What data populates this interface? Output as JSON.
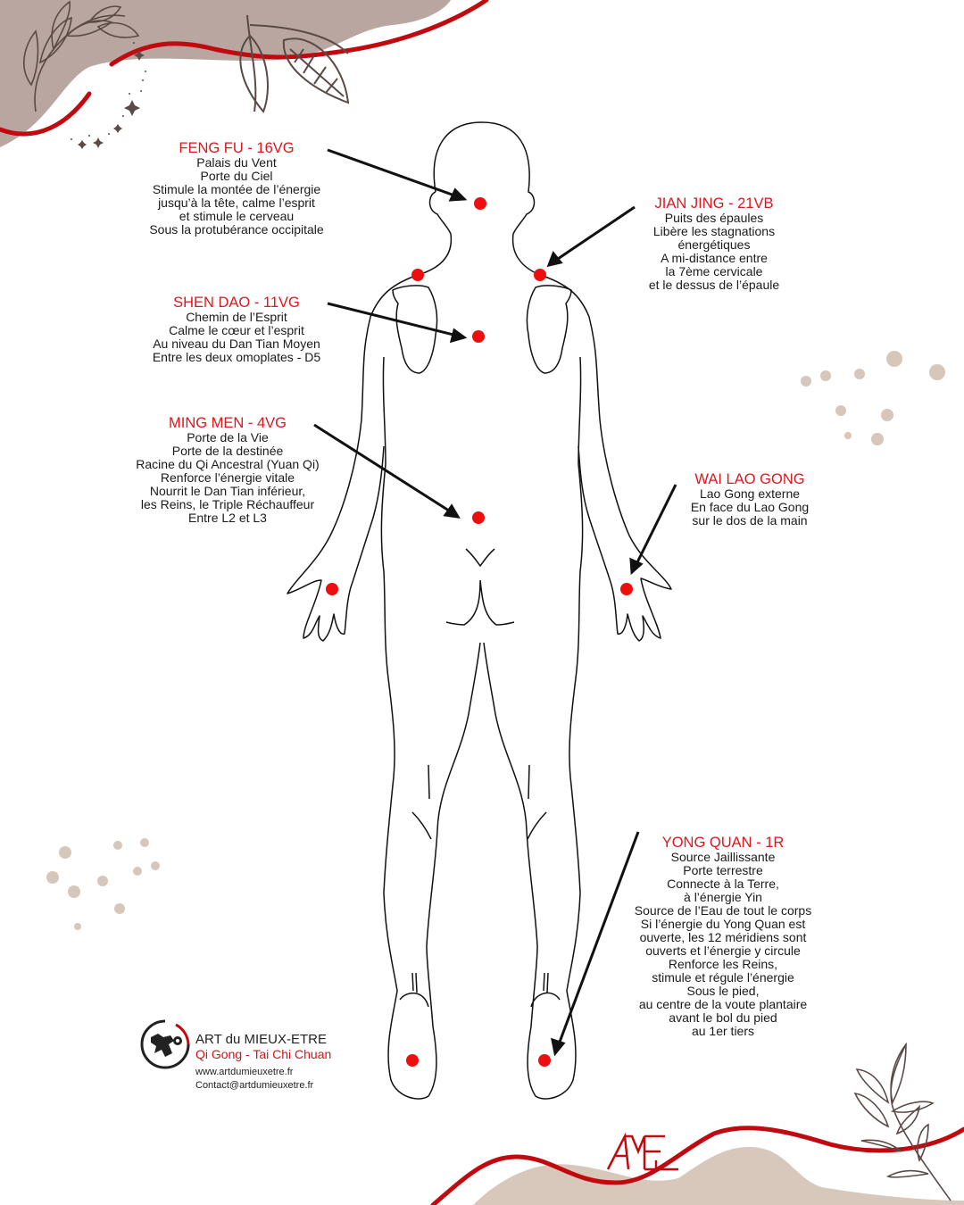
{
  "colors": {
    "accent_red": "#c00a0f",
    "point_red": "#ee0e0e",
    "title_red": "#e0161d",
    "mauve_shape": "#b9a6a1",
    "beige_shape": "#d8c8bb",
    "dots": "#d7c7bb",
    "leaf_stroke": "#5a4a47"
  },
  "points": [
    {
      "id": "feng-fu",
      "title": "FENG FU - 16VG",
      "lines": [
        "Palais du Vent",
        "Porte du Ciel",
        "Stimule la montée de l’énergie",
        "jusqu’à la tête, calme l’esprit",
        "et stimule le cerveau",
        "Sous la protubérance occipitale"
      ]
    },
    {
      "id": "jian-jing",
      "title": "JIAN JING - 21VB",
      "lines": [
        "Puits des épaules",
        "Libère les stagnations",
        "énergétiques",
        "A mi-distance entre",
        "la 7ème cervicale",
        "et le dessus de l’épaule"
      ]
    },
    {
      "id": "shen-dao",
      "title": "SHEN DAO - 11VG",
      "lines": [
        "Chemin de l’Esprit",
        "Calme le cœur et l’esprit",
        "Au niveau du Dan Tian Moyen",
        "Entre les deux omoplates - D5"
      ]
    },
    {
      "id": "ming-men",
      "title": "MING MEN - 4VG",
      "lines": [
        "Porte de la Vie",
        "Porte de la destinée",
        "Racine du Qi Ancestral (Yuan Qi)",
        "Renforce l’énergie vitale",
        "Nourrit le Dan Tian inférieur,",
        "les Reins, le Triple Réchauffeur",
        "Entre L2 et L3"
      ]
    },
    {
      "id": "wai-lao-gong",
      "title": "WAI LAO GONG",
      "lines": [
        "Lao Gong externe",
        "En face du Lao Gong",
        "sur le dos de la main"
      ]
    },
    {
      "id": "yong-quan",
      "title": "YONG QUAN - 1R",
      "lines": [
        "Source Jaillissante",
        "Porte terrestre",
        "Connecte à la Terre,",
        "à l’énergie Yin",
        "Source  de l’Eau de tout le corps",
        "Si l’énergie du Yong Quan est",
        "ouverte, les 12 méridiens sont",
        "ouverts et l’énergie y circule",
        "Renforce les Reins,",
        "stimule et régule l’énergie",
        "Sous le pied,",
        "au centre de la voute plantaire",
        "avant le bol du pied",
        "au 1er tiers"
      ]
    }
  ],
  "logo": {
    "brand": "ART du MIEUX-ETRE",
    "subtitle": "Qi Gong - Tai Chi Chuan",
    "website": "www.artdumieuxetre.fr",
    "email": "Contact@artdumieuxetre.fr"
  },
  "monogram": "AME"
}
